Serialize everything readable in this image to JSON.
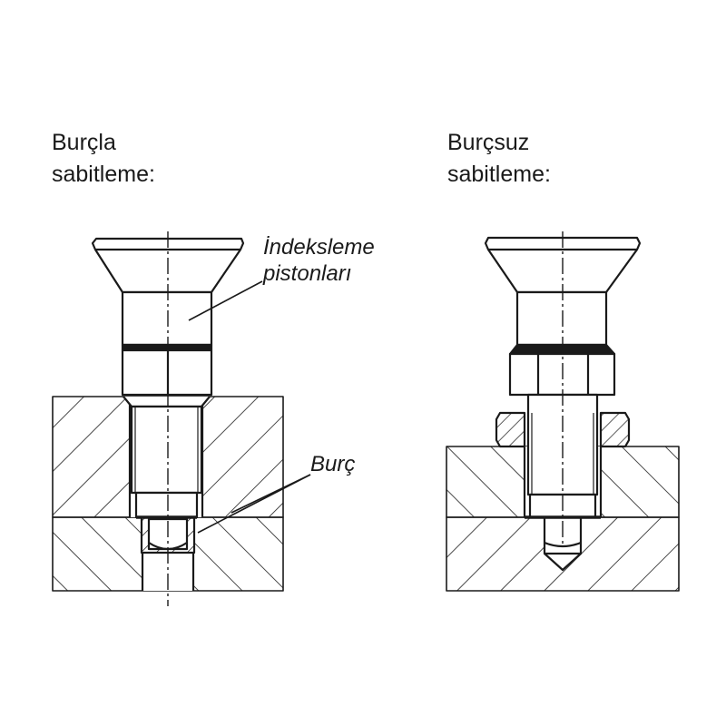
{
  "left": {
    "title_line1": "Burçla",
    "title_line2": "sabitleme:"
  },
  "right": {
    "title_line1": "Burçsuz",
    "title_line2": "sabitleme:"
  },
  "callouts": {
    "plunger_line1": "İndeksleme",
    "plunger_line2": "pistonları",
    "bush": "Burç"
  },
  "colors": {
    "line": "#1a1a1a",
    "background": "#ffffff"
  }
}
